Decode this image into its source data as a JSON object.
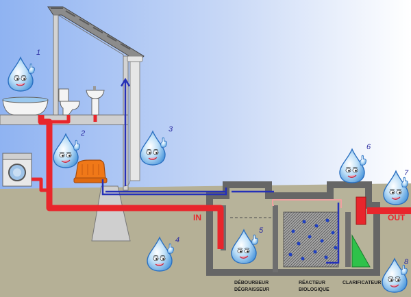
{
  "labels": {
    "in": "IN",
    "out": "OUT",
    "zone1_line1": "DÉBOURBEUR",
    "zone1_line2": "DÉGRAISSEUR",
    "zone2_line1": "RÉACTEUR",
    "zone2_line2": "BIOLOGIQUE",
    "zone3": "CLARIFICATEUR"
  },
  "drops": [
    "1",
    "2",
    "3",
    "4",
    "5",
    "6",
    "7",
    "8"
  ],
  "colors": {
    "sky_left": "#8fb3f2",
    "sky_right": "#ffffff",
    "ground": "#b5b096",
    "wall": "#d3d3d3",
    "outline": "#555555",
    "pipe_red": "#e8262c",
    "pipe_blue": "#2430b8",
    "drop": "#5aa6e4",
    "tank_interior": "#b7b39a",
    "bubbles": "#2040c0",
    "clarifier_green": "#2ec24a",
    "pump_orange": "#f07818"
  },
  "icons": [
    "water-drop-mascot",
    "bathtub-icon",
    "toilet-icon",
    "sink-icon",
    "washing-machine-icon",
    "pump-icon"
  ]
}
